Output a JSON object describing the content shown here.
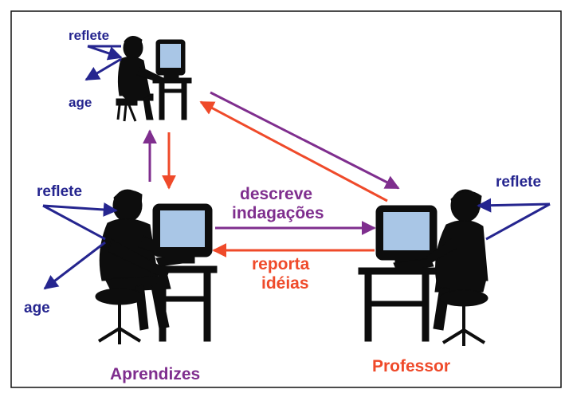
{
  "labels": {
    "top_reflete": "reflete",
    "top_age": "age",
    "left_reflete": "reflete",
    "left_age": "age",
    "right_reflete": "reflete",
    "descreve_line1": "descreve",
    "descreve_line2": "indagações",
    "reporta_line1": "reporta",
    "reporta_line2": "idéias",
    "aprendizes": "Aprendizes",
    "professor": "Professor"
  },
  "colors": {
    "blue": "#25258f",
    "purple": "#7f2e8e",
    "red": "#ef4a2a",
    "screen": "#a9c6e6",
    "ink": "#0d0d0d"
  }
}
